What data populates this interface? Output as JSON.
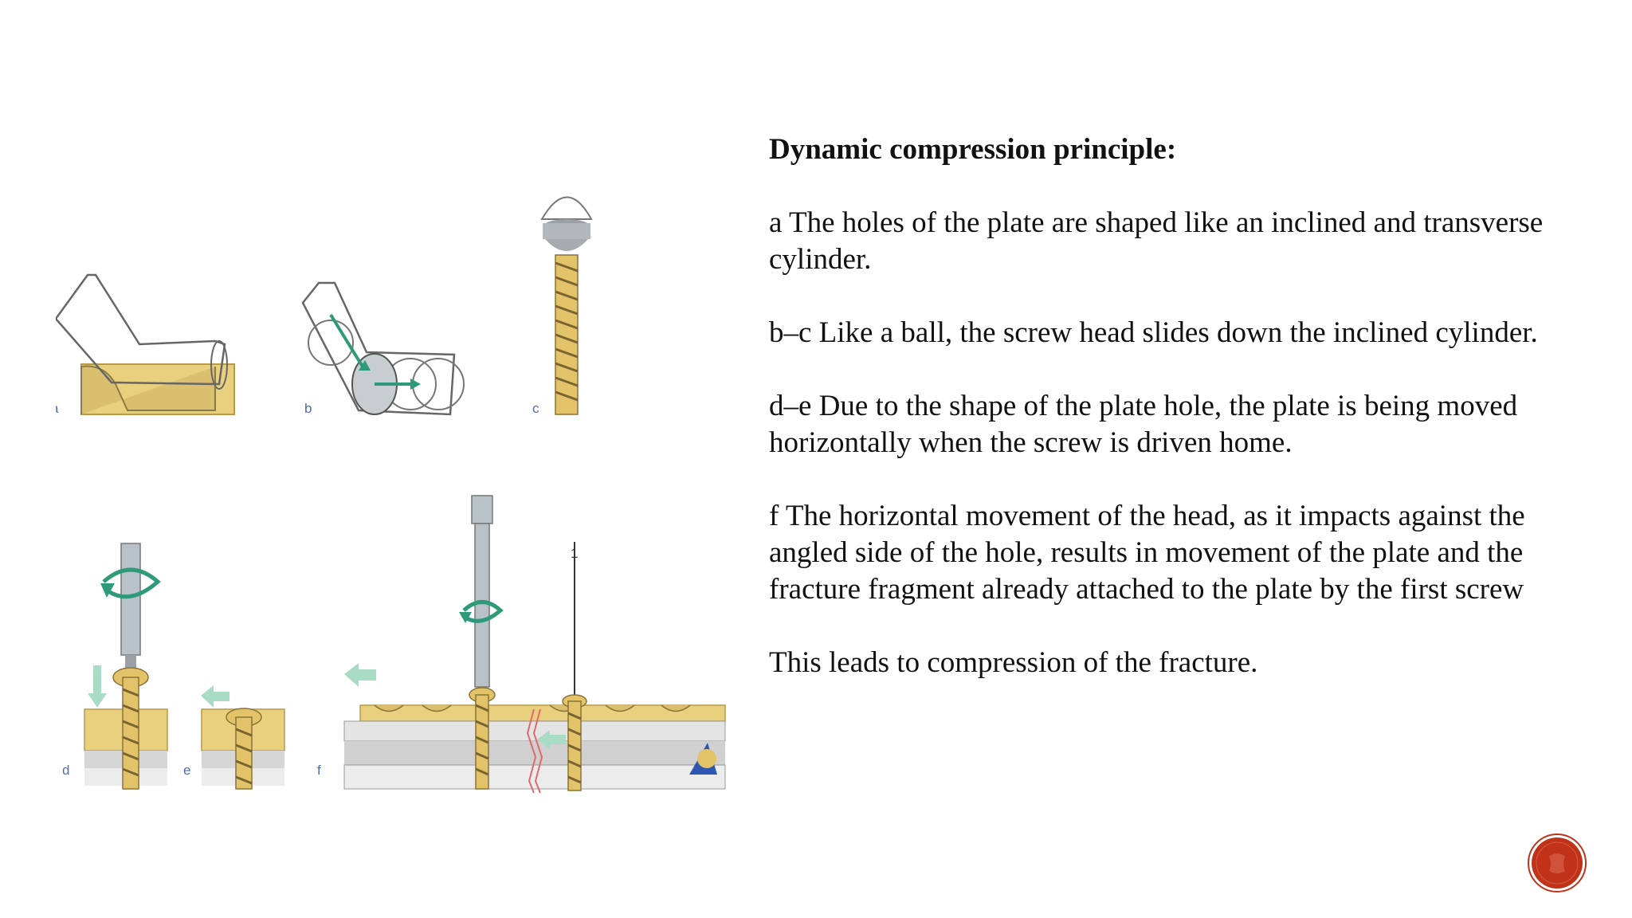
{
  "slide": {
    "heading": "Dynamic compression principle:",
    "paragraphs": [
      "a The holes of the plate are shaped like an inclined and transverse cylinder.",
      "b–c Like a ball, the screw head slides down the inclined cylinder.",
      "d–e Due to the shape of the plate hole, the plate is being moved horizontally when the screw is driven home.",
      "f The horizontal movement of the head, as it impacts against the angled side of the hole, results in movement of the plate and the fracture fragment already attached to the plate by the first screw",
      "This leads to compression of the fracture."
    ]
  },
  "figure": {
    "panel_labels": [
      "a",
      "b",
      "c",
      "d",
      "e",
      "f"
    ],
    "marker_label": "1",
    "colors": {
      "plate": "#e9d07e",
      "plate_dark": "#c9a84a",
      "bone": "#d6d6d6",
      "bone_light": "#ececec",
      "arrow_green": "#2e9a7a",
      "arrow_light": "#a8dcc4",
      "fracture_red": "#e06a6a",
      "screw_shaft": "#b9c2c8"
    }
  },
  "nav_badge": {
    "color": "#c0321a",
    "icon": "logo-seal"
  }
}
